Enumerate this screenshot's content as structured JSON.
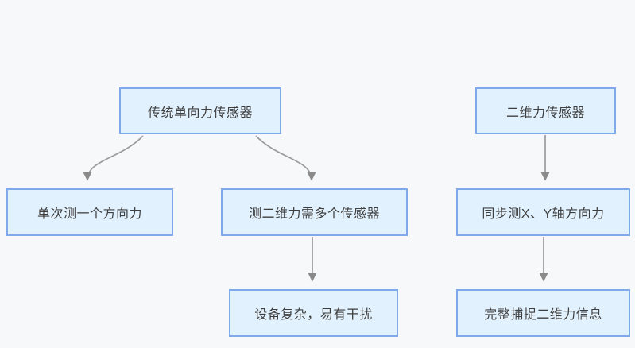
{
  "canvas": {
    "background": "#f7f8fa"
  },
  "theme": {
    "node_fill": "#e1f1fd",
    "node_border": "#7fa9ea",
    "node_text": "#3f3f3f",
    "arrow_line": "#9b9b9b",
    "arrow_head": "#8a8a8a"
  },
  "nodes": {
    "traditional_sensor": {
      "label": "传统单向力传感器"
    },
    "single_direction": {
      "label": "单次测一个方向力"
    },
    "needs_multiple": {
      "label": "测二维力需多个传感器"
    },
    "complex_interference": {
      "label": "设备复杂，易有干扰"
    },
    "two_dim_sensor": {
      "label": "二维力传感器"
    },
    "sync_xy": {
      "label": "同步测X、Y轴方向力"
    },
    "full_capture": {
      "label": "完整捕捉二维力信息"
    }
  },
  "connectors": [
    {
      "from": "traditional_sensor",
      "to": "single_direction"
    },
    {
      "from": "traditional_sensor",
      "to": "needs_multiple"
    },
    {
      "from": "needs_multiple",
      "to": "complex_interference"
    },
    {
      "from": "two_dim_sensor",
      "to": "sync_xy"
    },
    {
      "from": "sync_xy",
      "to": "full_capture"
    }
  ]
}
